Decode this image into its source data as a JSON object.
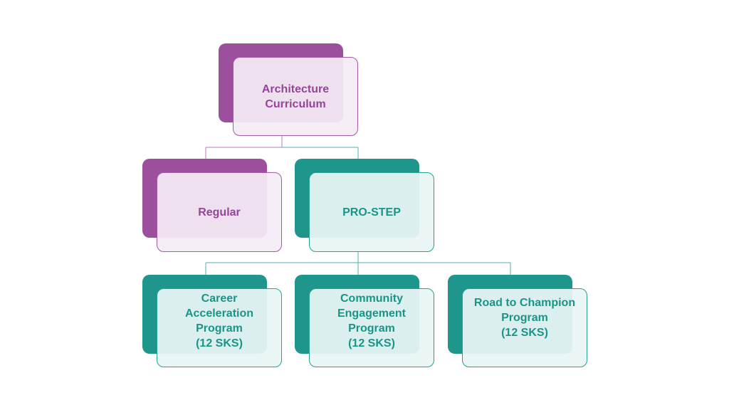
{
  "colors": {
    "purple_dark": "#9b4f9d",
    "purple_text": "#94459a",
    "teal_dark": "#1e968c",
    "teal_text": "#1b9488"
  },
  "root": {
    "label": "Architecture\nCurriculum"
  },
  "level2": [
    {
      "label": "Regular"
    },
    {
      "label": "PRO-STEP"
    }
  ],
  "level3": [
    {
      "label": "Career\nAcceleration\nProgram\n(12 SKS)"
    },
    {
      "label": "Community\nEngagement\nProgram\n(12 SKS)"
    },
    {
      "label": "Road to Champion\nProgram\n(12 SKS)"
    }
  ]
}
